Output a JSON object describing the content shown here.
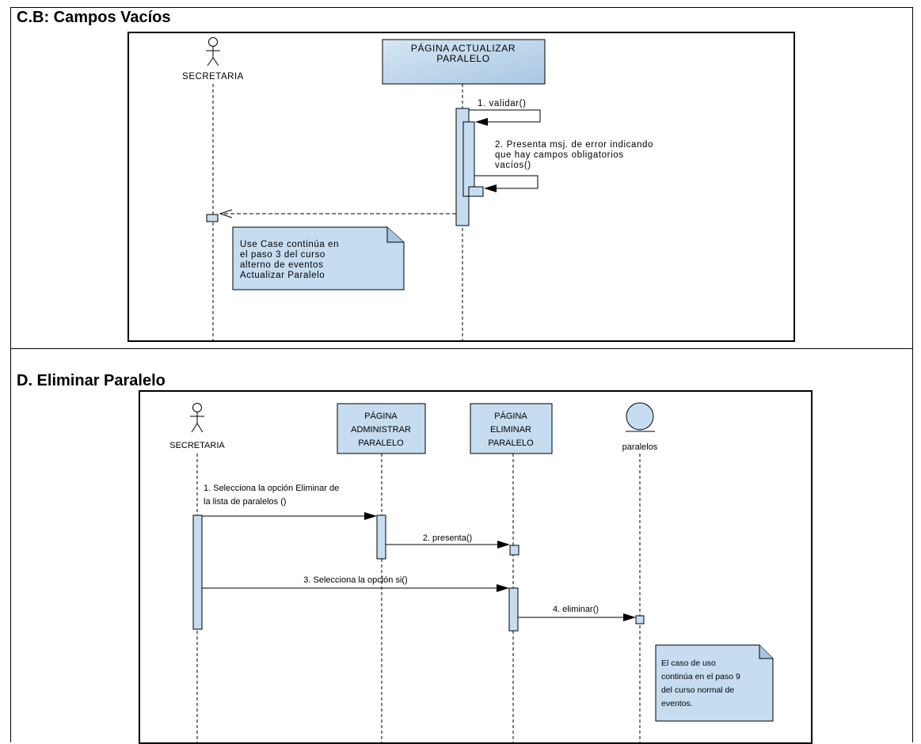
{
  "sections": {
    "cb": {
      "title": "C.B: Campos Vacíos",
      "actor": "SECRETARIA",
      "page": [
        "PÁGINA ACTUALIZAR",
        "PARALELO"
      ],
      "msg1": "1. validar()",
      "msg2": [
        "2. Presenta msj. de error indicando",
        "que hay campos obligatorios",
        "vacíos()"
      ],
      "note": [
        "Use Case continúa en",
        "el paso 3 del curso",
        "alterno de eventos",
        "Actualizar Paralelo"
      ]
    },
    "d": {
      "title": "D. Eliminar Paralelo",
      "actor": "SECRETARIA",
      "page1": [
        "PÁGINA",
        "ADMINISTRAR",
        "PARALELO"
      ],
      "page2": [
        "PÁGINA",
        "ELIMINAR",
        "PARALELO"
      ],
      "entity": "paralelos",
      "msg1": [
        "1. Selecciona la opción Eliminar de",
        "la lista de paralelos ()"
      ],
      "msg2": "2. presenta()",
      "msg3": "3. Selecciona la opción si()",
      "msg4": "4. eliminar()",
      "note": [
        "El caso de uso",
        "continúa en el paso 9",
        "del curso normal de",
        "eventos."
      ]
    }
  },
  "colors": {
    "fill": "#c6dcf0",
    "fill_dark": "#a8c6e2",
    "stroke": "#000000"
  }
}
